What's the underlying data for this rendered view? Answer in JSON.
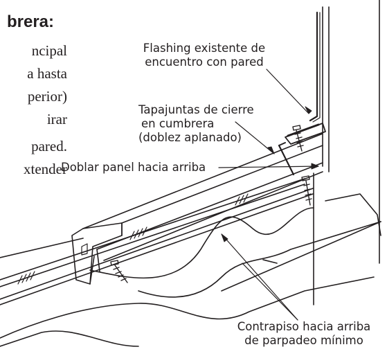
{
  "left_text": {
    "heading": "brera:",
    "lines": [
      "ncipal",
      "a hasta",
      "perior)",
      "irar",
      "pared.",
      "xtender"
    ]
  },
  "callouts": {
    "flashing": [
      "Flashing existente de",
      "encuentro con pared"
    ],
    "tapajuntas": [
      "Tapajuntas de cierre",
      "en cumbrera",
      "(doblez aplanado)"
    ],
    "doblar": "Doblar panel hacia arriba",
    "contrapiso": [
      "Contrapiso hacia arriba",
      "de parpadeo mínimo"
    ]
  },
  "colors": {
    "ink": "#231f20",
    "background": "#ffffff"
  }
}
